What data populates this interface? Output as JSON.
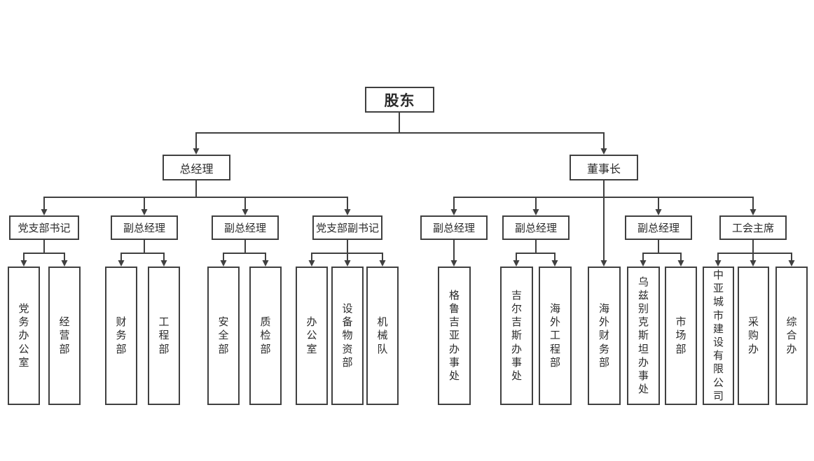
{
  "chart": {
    "type": "org-chart",
    "colors": {
      "background": "#ffffff",
      "line": "#404040",
      "box_border": "#404040",
      "text": "#2b2b2b"
    },
    "nodes": {
      "shareholders": "股东",
      "general_manager": "总经理",
      "chairman": "董事长",
      "party_branch_secretary": "党支部书记",
      "deputy_gm_l1": "副总经理",
      "deputy_gm_l2": "副总经理",
      "party_branch_deputy_secretary": "党支部副书记",
      "deputy_gm_r1": "副总经理",
      "deputy_gm_r2": "副总经理",
      "deputy_gm_r3": "副总经理",
      "union_chairman": "工会主席",
      "party_affairs_office": "党务办公室",
      "business_dept": "经营部",
      "finance_dept": "财务部",
      "engineering_dept": "工程部",
      "safety_dept": "安全部",
      "quality_inspection_dept": "质检部",
      "office": "办公室",
      "equipment_materials_dept": "设备物资部",
      "machinery_team": "机械队",
      "georgia_office": "格鲁吉亚办事处",
      "kyrgyzstan_office": "吉尔吉斯办事处",
      "overseas_engineering_dept": "海外工程部",
      "overseas_finance_dept": "海外财务部",
      "uzbekistan_office": "乌兹别克斯坦办事处",
      "marketing_dept": "市场部",
      "central_asia_company": "中亚城市建设有限公司",
      "procurement_office": "采购办",
      "general_affairs_office": "综合办"
    },
    "hierarchy": {
      "label": "股东",
      "children": [
        {
          "label": "总经理",
          "children": [
            {
              "label": "党支部书记",
              "children": [
                {
                  "label": "党务办公室"
                },
                {
                  "label": "经营部"
                }
              ]
            },
            {
              "label": "副总经理",
              "children": [
                {
                  "label": "财务部"
                },
                {
                  "label": "工程部"
                }
              ]
            },
            {
              "label": "副总经理",
              "children": [
                {
                  "label": "安全部"
                },
                {
                  "label": "质检部"
                }
              ]
            },
            {
              "label": "党支部副书记",
              "children": [
                {
                  "label": "办公室"
                },
                {
                  "label": "设备物资部"
                },
                {
                  "label": "机械队"
                }
              ]
            }
          ]
        },
        {
          "label": "董事长",
          "children": [
            {
              "label": "副总经理",
              "children": [
                {
                  "label": "格鲁吉亚办事处"
                }
              ]
            },
            {
              "label": "副总经理",
              "children": [
                {
                  "label": "吉尔吉斯办事处"
                },
                {
                  "label": "海外工程部"
                }
              ]
            },
            {
              "label": "海外财务部"
            },
            {
              "label": "副总经理",
              "children": [
                {
                  "label": "乌兹别克斯坦办事处"
                },
                {
                  "label": "市场部"
                }
              ]
            },
            {
              "label": "工会主席",
              "children": [
                {
                  "label": "中亚城市建设有限公司"
                },
                {
                  "label": "采购办"
                },
                {
                  "label": "综合办"
                }
              ]
            }
          ]
        }
      ]
    }
  }
}
